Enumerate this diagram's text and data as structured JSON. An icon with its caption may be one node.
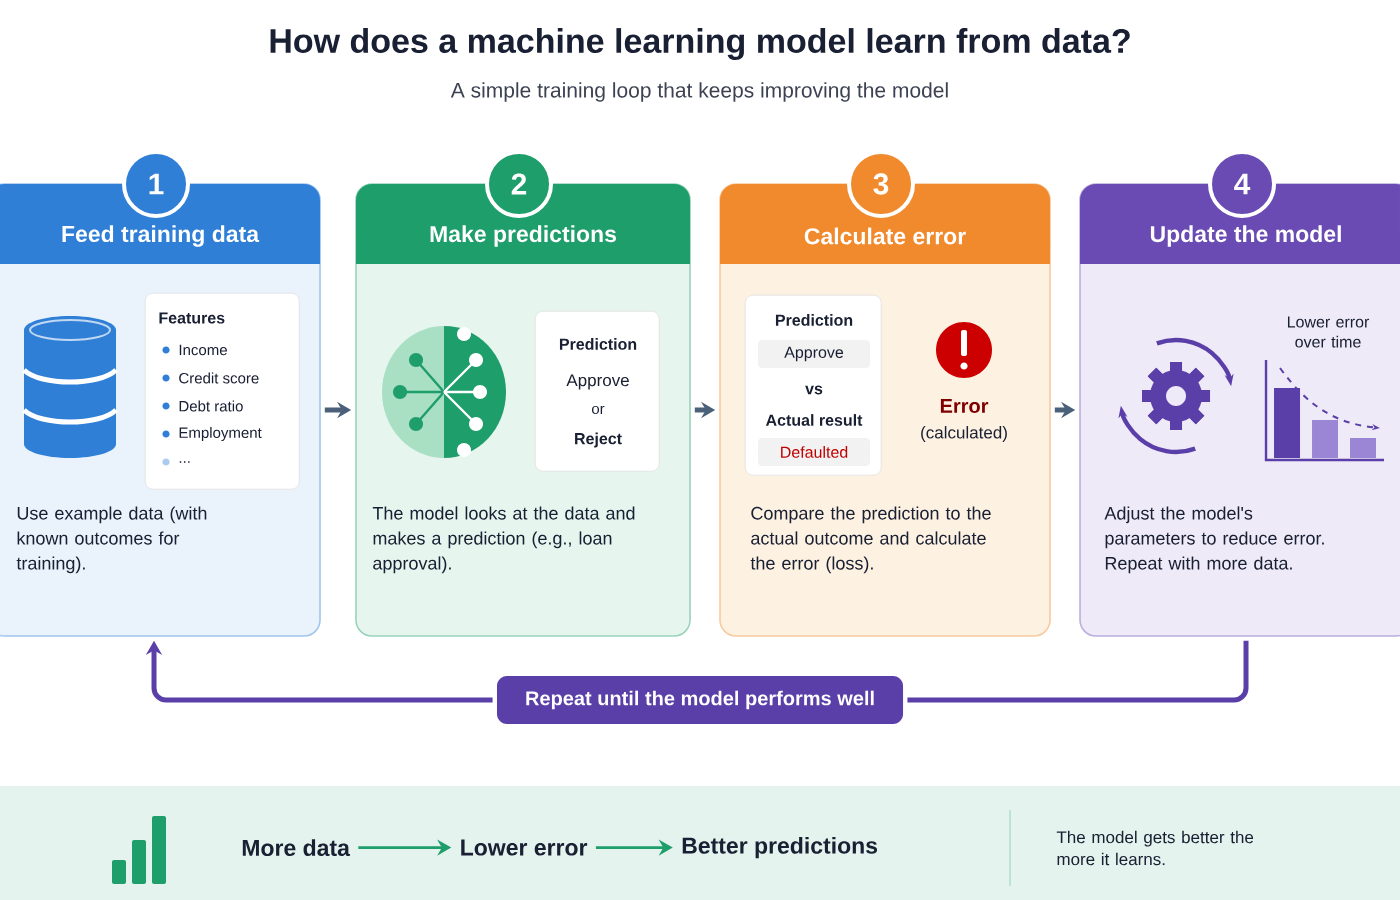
{
  "diagram": {
    "title": "How does a machine learning model learn from data?",
    "nodes": [
      {
        "text": [
          "1",
          "Feed training data",
          "Use example data (with known outcomes for training)."
        ]
      },
      {
        "text": [
          "Features",
          "Income",
          "Credit score",
          "Debt ratio",
          "Employment",
          "..."
        ],
        "in": 0
      },
      {
        "text": [
          "2",
          "Make predictions",
          "The model looks at the data and makes a prediction (e.g., loan approval)."
        ]
      },
      {
        "text": [
          "Prediction",
          "Approve",
          "or",
          "Reject"
        ],
        "in": 2
      },
      {
        "text": [
          "3",
          "Calculate error",
          "Compare the prediction to the actual outcome and calculate the error (loss)."
        ]
      },
      {
        "text": [
          "Prediction",
          "Approve",
          "vs",
          "Actual result",
          "Defaulted"
        ],
        "in": 4
      },
      {
        "text": [
          "4",
          "Update the model",
          "Adjust the model's parameters to reduce error. Repeat with more data."
        ]
      },
      {
        "text": [
          "Repeat until the model performs well"
        ]
      },
      {
        "text": [
          "The model gets better the more it learns."
        ]
      },
      {
        "text": [
          "More data"
        ],
        "in": 8
      },
      {
        "text": [
          "Lower error"
        ],
        "in": 8
      },
      {
        "text": [
          "Better predictions"
        ],
        "in": 8
      }
    ],
    "edges": [
      {
        "from": 0,
        "to": 2,
        "arrow": "to"
      },
      {
        "from": 2,
        "to": 4,
        "arrow": "to"
      },
      {
        "from": 4,
        "to": 6,
        "arrow": "to"
      },
      {
        "from": 6,
        "to": 7,
        "arrow": "none",
        "color": "#5b3fa8"
      },
      {
        "from": 7,
        "to": 0,
        "arrow": "to",
        "color": "#5b3fa8"
      },
      {
        "from": 9,
        "to": 10,
        "arrow": "to",
        "color": "#1e9e6a"
      },
      {
        "from": 10,
        "to": 11,
        "arrow": "to",
        "color": "#1e9e6a"
      }
    ],
    "labels": [
      "A simple training loop that keeps improving the model",
      "Error",
      "(calculated)",
      "Lower error over time"
    ]
  }
}
